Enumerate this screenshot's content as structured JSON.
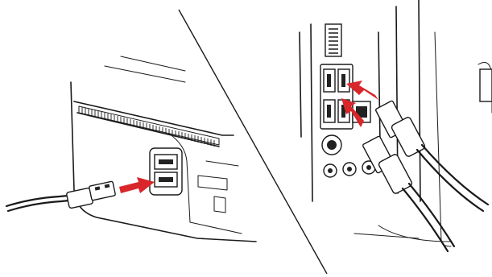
{
  "figure": {
    "description_labels": [],
    "colors": {
      "line": "#1a1a1a",
      "arrow": "#d8262b",
      "background": "#ffffff"
    },
    "panels": [
      {
        "name": "monitor-usb-hub",
        "icon": "usb-cable-into-monitor-port"
      },
      {
        "name": "computer-rear-panel",
        "icon": "usb-cables-into-computer-ports"
      }
    ]
  }
}
